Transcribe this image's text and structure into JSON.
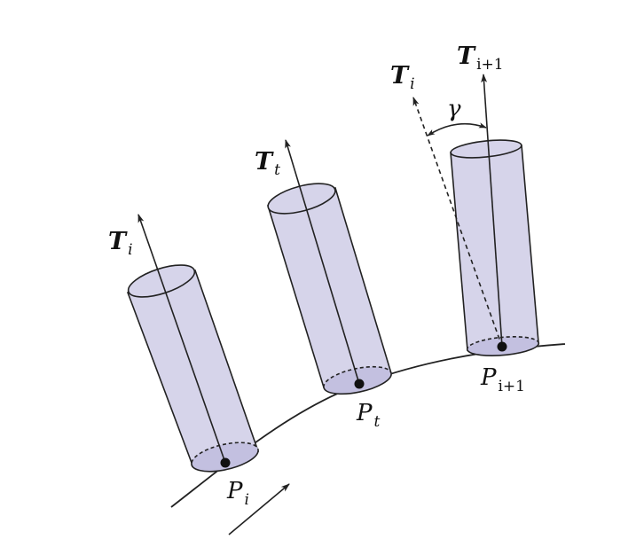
{
  "labels": {
    "T_i": {
      "main": "T",
      "sub": "i"
    },
    "T_t": {
      "main": "T",
      "sub": "t"
    },
    "T_i_dashed": {
      "main": "T",
      "sub": "i"
    },
    "T_i1": {
      "main": "T",
      "sub": "i+1"
    },
    "gamma": "γ",
    "P_i": {
      "main": "P",
      "sub": "i"
    },
    "P_t": {
      "main": "P",
      "sub": "t"
    },
    "P_i1": {
      "main": "P",
      "sub": "i+1"
    }
  },
  "colors": {
    "cylinder_fill": "#d6d4ea",
    "stroke": "#222222"
  }
}
